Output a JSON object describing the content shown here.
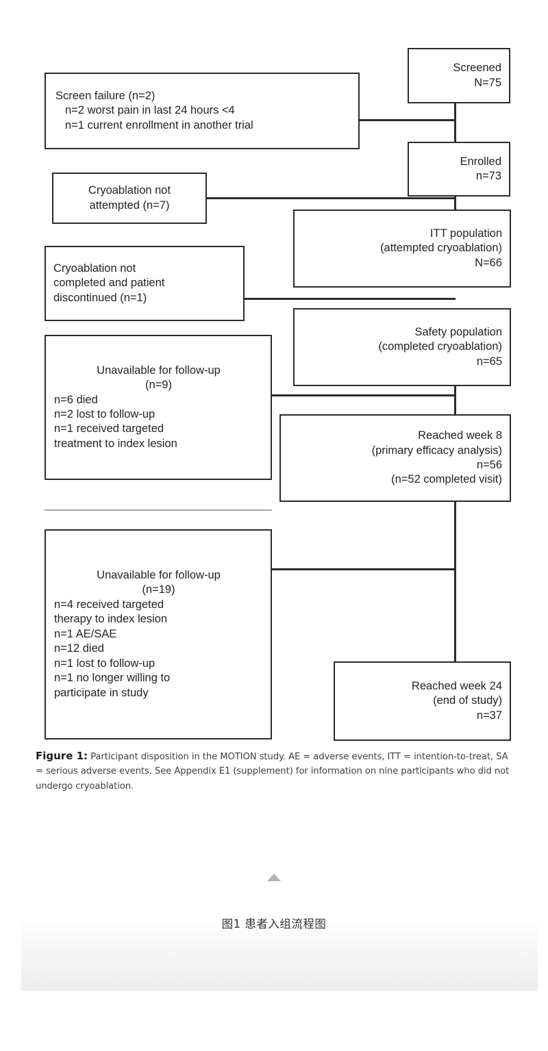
{
  "figure": {
    "label": "Figure 1:",
    "caption": "Participant disposition in the MOTION study. AE = adverse events, ITT = intention-to-treat, SA = serious adverse events. See Appendix E1 (supplement) for information on nine participants who did not undergo cryoablation.",
    "zh_caption": "图1  患者入组流程图"
  },
  "colors": {
    "box_border": "#2b2b2b",
    "connector": "#2b2b2b",
    "divider": "#a6a6a6",
    "text": "#231f20",
    "triangle": "#b3b3b3",
    "panel_gray": "#ededed"
  },
  "chart_data": {
    "type": "diagram",
    "title": "Participant disposition in the MOTION study",
    "diagram_kind": "CONSORT participant flow diagram",
    "main_flow": [
      {
        "id": "screened",
        "label": "Screened",
        "count_label": "N=75",
        "n": 75
      },
      {
        "id": "enrolled",
        "label": "Enrolled",
        "count_label": "n=73",
        "n": 73
      },
      {
        "id": "itt",
        "label": "ITT population",
        "sub": "(attempted cryoablation)",
        "count_label": "N=66",
        "n": 66
      },
      {
        "id": "safety",
        "label": "Safety population",
        "sub": "(completed cryoablation)",
        "count_label": "n=65",
        "n": 65
      },
      {
        "id": "week8",
        "label": "Reached week 8",
        "sub": "(primary efficacy analysis)",
        "count_label": "n=56",
        "n": 56,
        "extra": "(n=52 completed visit)"
      },
      {
        "id": "week24",
        "label": "Reached week 24",
        "sub": "(end of study)",
        "count_label": "n=37",
        "n": 37
      }
    ],
    "exclusions": [
      {
        "id": "screen-failure",
        "title": "Screen failure (n=2)",
        "n": 2,
        "reasons": [
          "n=2 worst pain in last 24 hours <4",
          "n=1 current enrollment in another trial"
        ]
      },
      {
        "id": "cryo-not-attempted",
        "title": "Cryoablation not attempted (n=7)",
        "n": 7,
        "reasons": []
      },
      {
        "id": "cryo-not-completed",
        "title": "Cryoablation not completed and patient discontinued (n=1)",
        "n": 1,
        "reasons": []
      },
      {
        "id": "unavailable-9",
        "title": "Unavailable for follow-up (n=9)",
        "n": 9,
        "reasons": [
          "n=6 died",
          "n=2 lost to follow-up",
          "n=1 received targeted treatment to index lesion"
        ]
      },
      {
        "id": "unavailable-19",
        "title": "Unavailable for follow-up (n=19)",
        "n": 19,
        "reasons": [
          "n=4 received targeted therapy to index lesion",
          "n=1 AE/SAE",
          "n=12 died",
          "n=1 lost to follow-up",
          "n=1 no longer willing to participate in study"
        ]
      }
    ]
  },
  "boxes": {
    "screened": {
      "l1": "Screened",
      "l2": "N=75"
    },
    "enrolled": {
      "l1": "Enrolled",
      "l2": "n=73"
    },
    "itt": {
      "l1": "ITT population",
      "l2": "(attempted cryoablation)",
      "l3": "N=66"
    },
    "safety": {
      "l1": "Safety population",
      "l2": "(completed cryoablation)",
      "l3": "n=65"
    },
    "week8": {
      "l1": "Reached week 8",
      "l2": "(primary efficacy analysis)",
      "l3": "n=56",
      "l4": "(n=52 completed visit)"
    },
    "week24": {
      "l1": "Reached week 24",
      "l2": "(end of study)",
      "l3": "n=37"
    },
    "screen_failure": {
      "l1": "Screen failure (n=2)",
      "l2": "n=2 worst pain in last 24 hours <4",
      "l3": "n=1 current enrollment in another trial"
    },
    "cryo_not_attempted": {
      "l1": "Cryoablation not",
      "l2": "attempted (n=7)"
    },
    "cryo_not_completed": {
      "l1": "Cryoablation not",
      "l2": "completed and patient",
      "l3": "discontinued (n=1)"
    },
    "unavailable9": {
      "l1": "Unavailable for follow-up",
      "l2": "(n=9)",
      "l3": "n=6 died",
      "l4": "n=2 lost to follow-up",
      "l5": "n=1 received targeted",
      "l6": "treatment to index lesion"
    },
    "unavailable19": {
      "l1": "Unavailable for follow-up",
      "l2": "(n=19)",
      "l3": "n=4 received targeted",
      "l4": "therapy to index lesion",
      "l5": "n=1 AE/SAE",
      "l6": "n=12 died",
      "l7": "n=1 lost to follow-up",
      "l8": "n=1 no longer willing to",
      "l9": "participate in study"
    }
  }
}
